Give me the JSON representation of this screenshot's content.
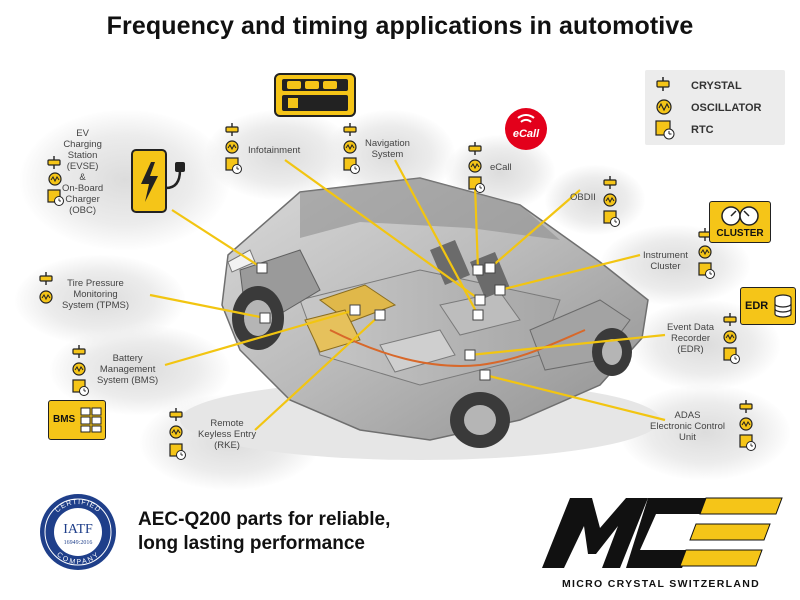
{
  "title": "Frequency and timing applications in automotive",
  "legend": {
    "crystal": "CRYSTAL",
    "oscillator": "OSCILLATOR",
    "rtc": "RTC"
  },
  "applications": {
    "ev_charging": [
      "EV",
      "Charging",
      "Station",
      "(EVSE)",
      "&",
      "On-Board",
      "Charger",
      "(OBC)"
    ],
    "infotainment": "Infotainment",
    "navigation": [
      "Navigation",
      "System"
    ],
    "ecall": "eCall",
    "obdii": "OBDII",
    "instrument_cluster": [
      "Instrument",
      "Cluster"
    ],
    "tpms": [
      "Tire Pressure",
      "Monitoring",
      "System (TPMS)"
    ],
    "bms": [
      "Battery",
      "Management",
      "System (BMS)"
    ],
    "edr": [
      "Event Data",
      "Recorder",
      "(EDR)"
    ],
    "rke": [
      "Remote",
      "Keyless Entry",
      "(RKE)"
    ],
    "adas": [
      "ADAS",
      "Electronic Control",
      "Unit"
    ]
  },
  "badges": {
    "ecall_logo": "eCall",
    "cluster": "CLUSTER",
    "edr": "EDR",
    "bms": "BMS"
  },
  "footer": {
    "tagline_line1": "AEC-Q200 parts for reliable,",
    "tagline_line2": "long lasting performance",
    "company": "MICRO CRYSTAL SWITZERLAND",
    "seal_top": "CERTIFIED",
    "seal_main": "IATF",
    "seal_code": "16949:2016",
    "seal_bottom": "COMPANY"
  },
  "colors": {
    "accent_yellow": "#f5c518",
    "connector_line": "#f2c511",
    "ecall_red": "#e3001b",
    "seal_blue": "#1f3f8a"
  }
}
